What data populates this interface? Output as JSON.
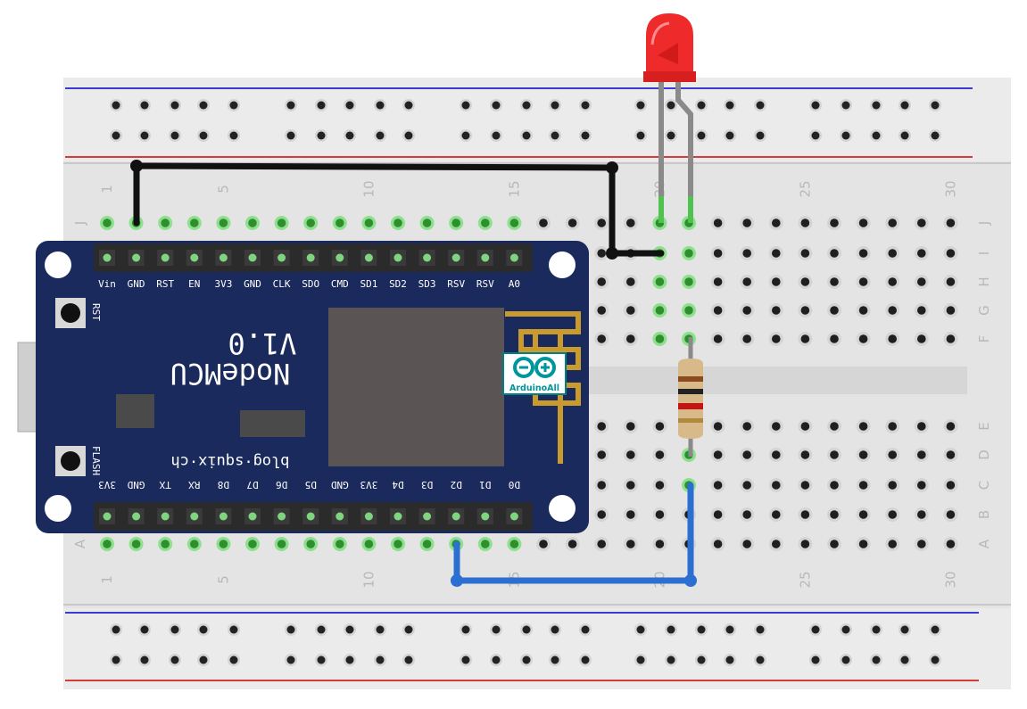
{
  "breadboard": {
    "row_letters_top": [
      "J",
      "I",
      "H",
      "G",
      "F"
    ],
    "row_letters_bottom": [
      "E",
      "D",
      "C",
      "B",
      "A"
    ],
    "column_numbers": [
      "1",
      "5",
      "10",
      "15",
      "20",
      "25",
      "30"
    ]
  },
  "board": {
    "name": "NodeMCU",
    "version": "V1.0",
    "website": "blog·squix·ch",
    "logo_text": "ArduinoAll",
    "reset_label": "RST",
    "flash_label": "FLASH",
    "top_pins": [
      "Vin",
      "GND",
      "RST",
      "EN",
      "3V3",
      "GND",
      "CLK",
      "SDO",
      "CMD",
      "SD1",
      "SD2",
      "SD3",
      "RSV",
      "RSV",
      "A0"
    ],
    "bottom_pins": [
      "3V3",
      "GND",
      "TX",
      "RX",
      "D8",
      "D7",
      "D6",
      "D5",
      "GND",
      "3V3",
      "D4",
      "D3",
      "D2",
      "D1",
      "D0"
    ]
  },
  "colors": {
    "board_bg": "#1b2a5c",
    "breadboard_bg": "#e6e6e6",
    "rail_red": "#d20000",
    "rail_blue": "#0000cc",
    "wire_gnd": "#111111",
    "wire_signal": "#2a6fd1",
    "led_red": "#ee2a2a",
    "pin_green": "#7fd47f"
  }
}
